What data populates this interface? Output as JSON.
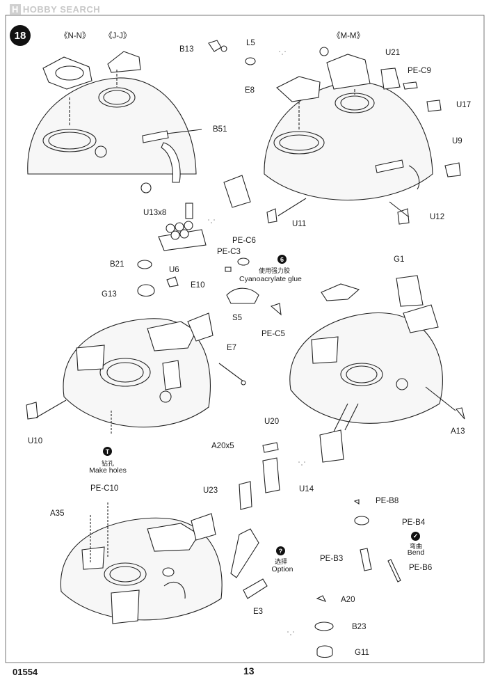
{
  "watermark": {
    "logo": "H",
    "text": "HOBBY SEARCH"
  },
  "step": {
    "number": "18"
  },
  "sections": {
    "nn": "《N-N》",
    "jj": "《J-J》",
    "mm": "《M-M》"
  },
  "parts": {
    "B13": "B13",
    "L5": "L5",
    "B51": "B51",
    "E8": "E8",
    "U21": "U21",
    "PE_C9": "PE-C9",
    "U17": "U17",
    "U9": "U9",
    "U13x8": "U13x8",
    "U11": "U11",
    "U12": "U12",
    "PE_C6": "PE-C6",
    "PE_C3": "PE-C3",
    "B21": "B21",
    "U6": "U6",
    "E10": "E10",
    "G13": "G13",
    "S5": "S5",
    "PE_C5": "PE-C5",
    "G1": "G1",
    "E7": "E7",
    "U10": "U10",
    "A20x5": "A20x5",
    "A13": "A13",
    "U20": "U20",
    "U23": "U23",
    "U14": "U14",
    "PE_C10": "PE-C10",
    "A35": "A35",
    "PE_B8": "PE-B8",
    "PE_B4": "PE-B4",
    "PE_B3": "PE-B3",
    "PE_B6": "PE-B6",
    "E3": "E3",
    "A20": "A20",
    "B23": "B23",
    "G11": "G11"
  },
  "notes": {
    "glue_icon": "6",
    "glue_cn": "使用强力胶",
    "glue_en": "Cyanoacrylate glue",
    "holes_icon": "T",
    "holes_cn": "钻孔",
    "holes_en": "Make holes",
    "bend_icon": "✓",
    "bend_cn": "弯曲",
    "bend_en": "Bend",
    "option_icon": "?",
    "option_cn": "选择",
    "option_en": "Option"
  },
  "footer": {
    "code": "01554",
    "page": "13"
  }
}
